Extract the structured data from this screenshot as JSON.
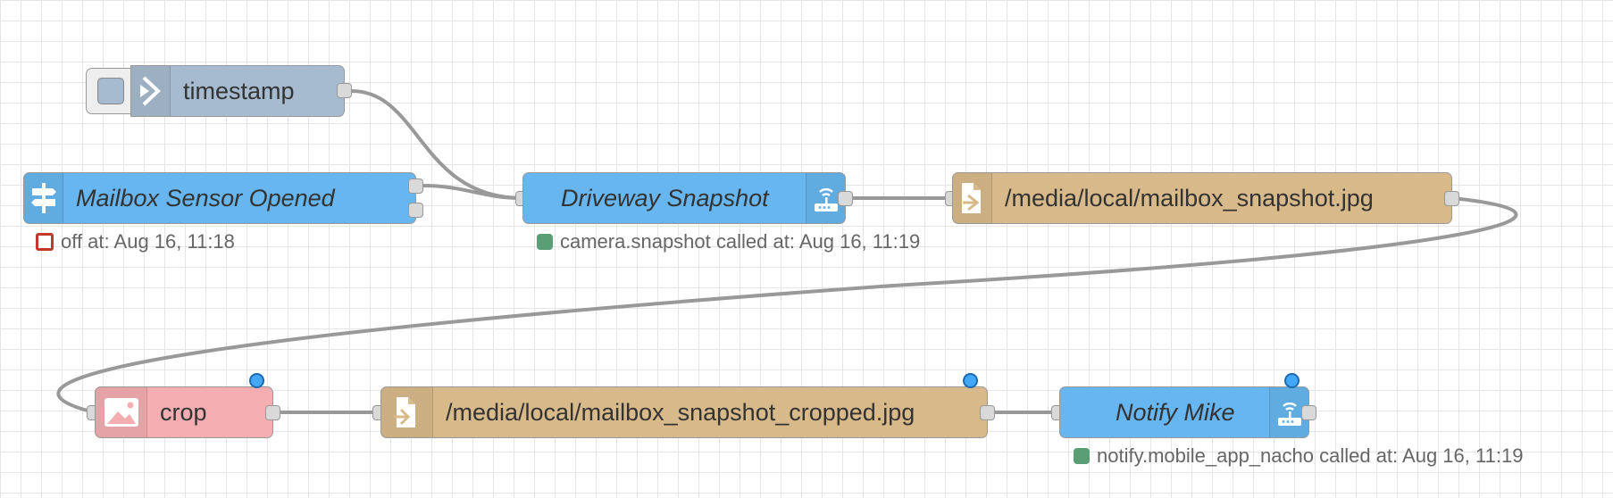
{
  "nodes": {
    "timestamp": {
      "label": "timestamp",
      "icon": "arrow-in-icon",
      "color": "#a6bbcf"
    },
    "mailbox": {
      "label": "Mailbox Sensor Opened",
      "icon": "signpost-icon",
      "color": "#67b6ef",
      "status": "off at: Aug 16, 11:18",
      "status_color": "#c0392b"
    },
    "driveway": {
      "label": "Driveway Snapshot",
      "icon": "router-icon",
      "color": "#67b6ef",
      "status": "camera.snapshot called at: Aug 16, 11:19",
      "status_color": "#5a9e76"
    },
    "file_out": {
      "label": "/media/local/mailbox_snapshot.jpg",
      "icon": "file-out-icon",
      "color": "#d8b98a"
    },
    "crop": {
      "label": "crop",
      "icon": "image-icon",
      "color": "#f4aeb2"
    },
    "file_in": {
      "label": "/media/local/mailbox_snapshot_cropped.jpg",
      "icon": "file-in-icon",
      "color": "#d8b98a"
    },
    "notify": {
      "label": "Notify Mike",
      "icon": "router-icon",
      "color": "#67b6ef",
      "status": "notify.mobile_app_nacho called at: Aug 16, 11:19",
      "status_color": "#5a9e76"
    }
  },
  "grid_color": "#e6e6e6",
  "wire_color": "#999999",
  "changed_indicator_color": "#44a7f5"
}
